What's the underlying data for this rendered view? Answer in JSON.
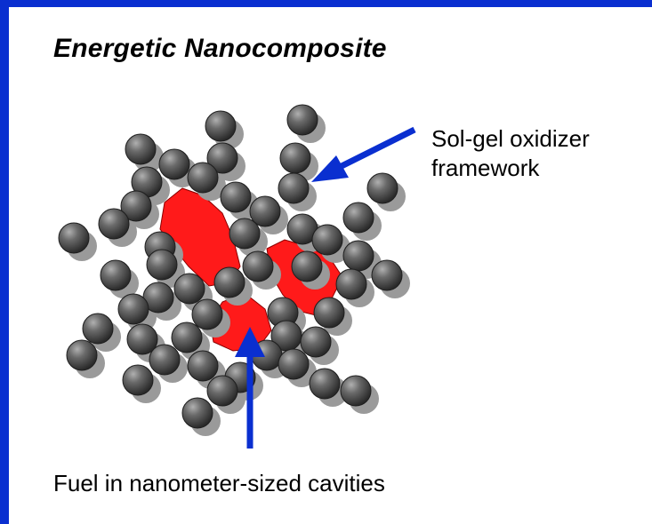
{
  "title": "Energetic Nanocomposite",
  "labels": {
    "oxidizer_line1": "Sol-gel oxidizer",
    "oxidizer_line2": "framework",
    "fuel": "Fuel in nanometer-sized cavities"
  },
  "colors": {
    "border": "#0a2fd0",
    "background": "#ffffff",
    "particle": "#5a5a5a",
    "particle_shadow": "#9a9a9a",
    "fuel": "#ff1a1a",
    "arrow": "#0a2fd0"
  }
}
